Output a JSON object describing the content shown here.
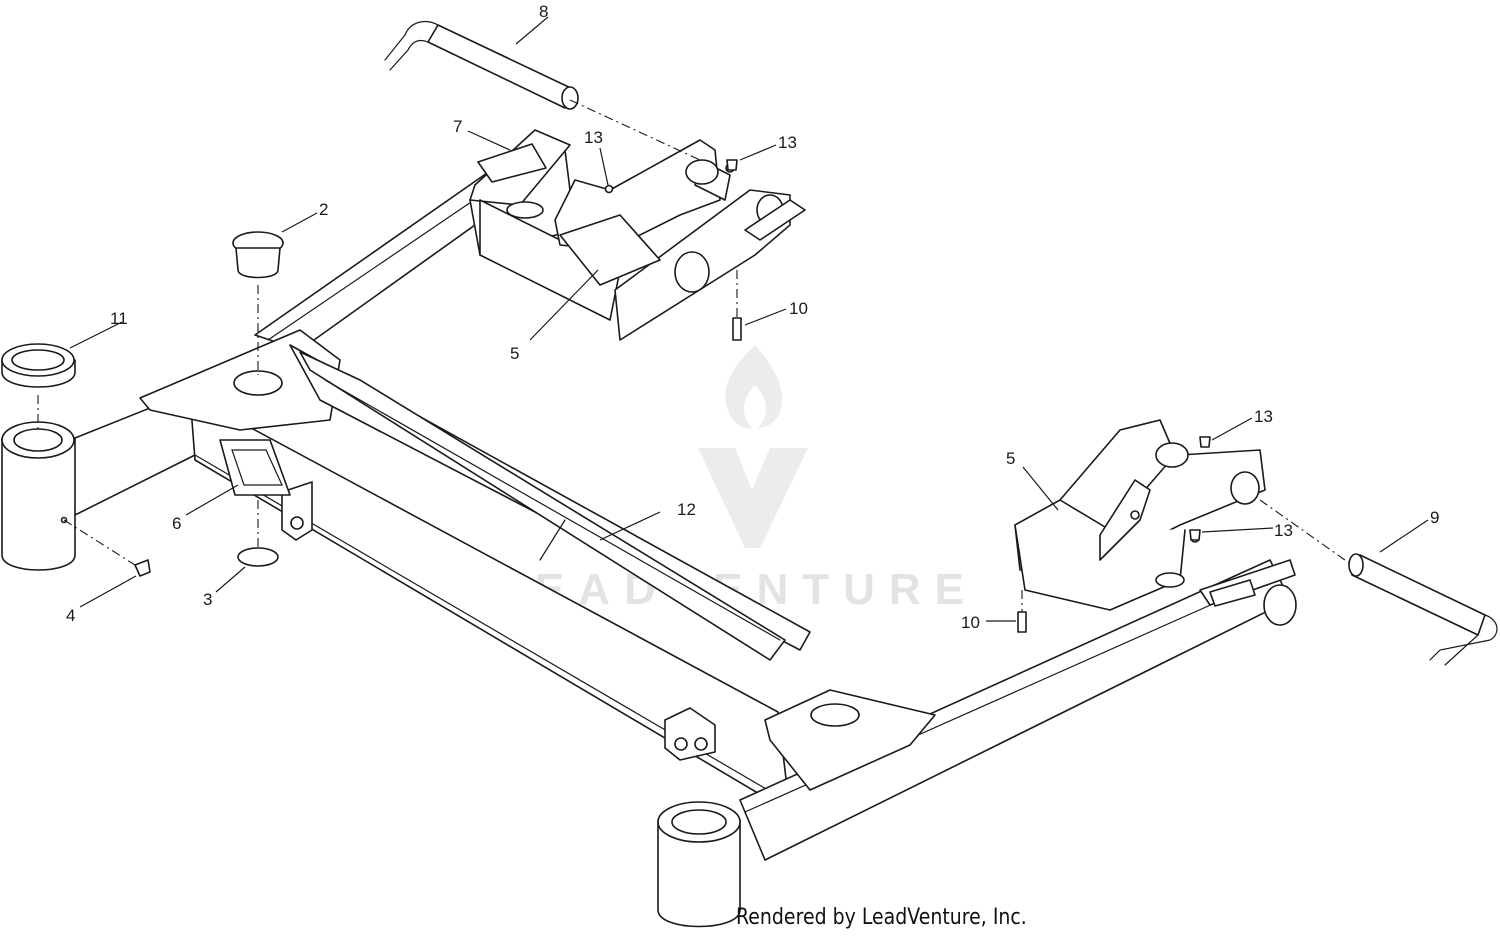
{
  "callouts": {
    "c2": "2",
    "c3": "3",
    "c4": "4",
    "c5a": "5",
    "c5b": "5",
    "c6": "6",
    "c7": "7",
    "c8": "8",
    "c9": "9",
    "c10a": "10",
    "c10b": "10",
    "c11": "11",
    "c12": "12",
    "c13a": "13",
    "c13b": "13",
    "c13c": "13",
    "c13d": "13"
  },
  "watermark": {
    "brand": "LEADVENTURE"
  },
  "footer": {
    "credit": "Rendered by LeadVenture, Inc."
  },
  "colors": {
    "line": "#1a1a1a",
    "watermark": "#e3e3e3",
    "background": "#ffffff"
  }
}
